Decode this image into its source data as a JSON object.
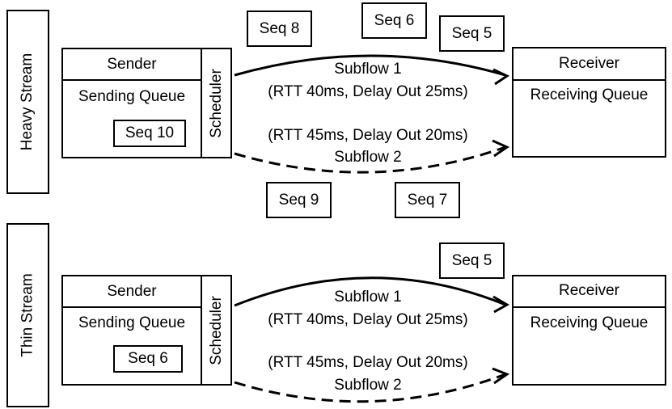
{
  "heavy": {
    "stream_label": "Heavy Stream",
    "sender_title": "Sender",
    "sending_queue": "Sending Queue",
    "queue_item": "Seq 10",
    "scheduler": "Scheduler",
    "receiver_title": "Receiver",
    "receiving_queue": "Receiving Queue",
    "subflow1_name": "Subflow 1",
    "subflow1_params": "(RTT 40ms,  Delay Out 25ms)",
    "subflow2_params": "(RTT 45ms,  Delay Out 20ms)",
    "subflow2_name": "Subflow 2",
    "packets_top": [
      "Seq 8",
      "Seq 6",
      "Seq 5"
    ],
    "packets_bottom": [
      "Seq 9",
      "Seq 7"
    ]
  },
  "thin": {
    "stream_label": "Thin Stream",
    "sender_title": "Sender",
    "sending_queue": "Sending Queue",
    "queue_item": "Seq 6",
    "scheduler": "Scheduler",
    "receiver_title": "Receiver",
    "receiving_queue": "Receiving Queue",
    "subflow1_name": "Subflow 1",
    "subflow1_params": "(RTT 40ms,  Delay Out 25ms)",
    "subflow2_params": "(RTT 45ms,  Delay Out 20ms)",
    "subflow2_name": "Subflow 2",
    "packets_top": [
      "Seq 5"
    ]
  }
}
